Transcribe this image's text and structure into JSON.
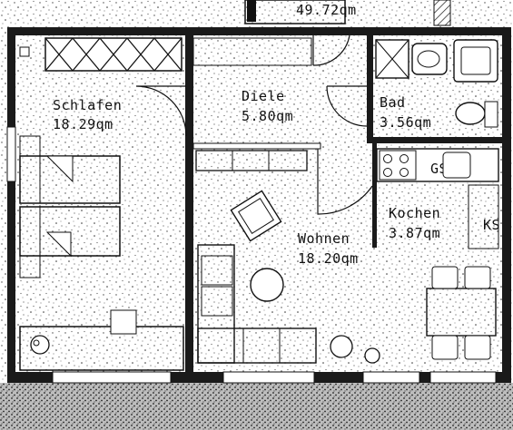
{
  "plan": {
    "total_area": "49.72qm",
    "rooms": [
      {
        "id": "schlafen",
        "name": "Schlafen",
        "area": "18.29qm"
      },
      {
        "id": "diele",
        "name": "Diele",
        "area": "5.80qm"
      },
      {
        "id": "bad",
        "name": "Bad",
        "area": "3.56qm"
      },
      {
        "id": "kochen",
        "name": "Kochen",
        "area": "3.87qm"
      },
      {
        "id": "wohnen",
        "name": "Wohnen",
        "area": "18.20qm"
      }
    ],
    "kitchen_marks": {
      "stove": "GS",
      "fridge": "KS"
    }
  },
  "colors": {
    "ink": "#111111",
    "paper": "#ffffff",
    "wall": "#1a1a1a"
  }
}
